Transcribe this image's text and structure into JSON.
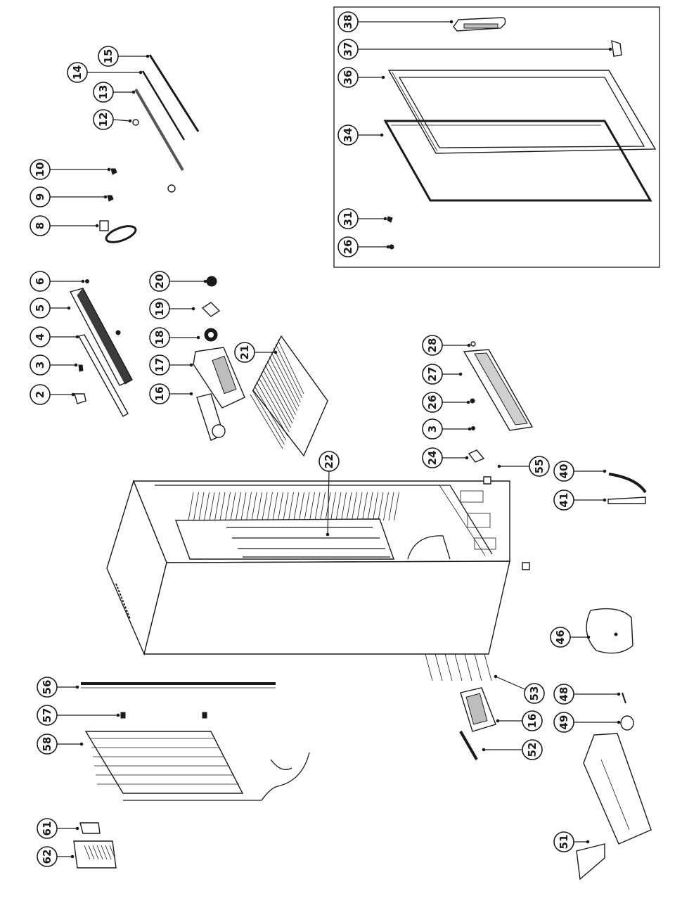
{
  "diagram": {
    "title": "Refrigerator exploded parts diagram",
    "orientation": "rotated 90 degrees clockwise",
    "door_inset_box": {
      "label": "door assembly",
      "callouts": [
        "38",
        "37",
        "36",
        "34",
        "31",
        "26"
      ]
    },
    "callouts": [
      {
        "id": "c15",
        "number": "15",
        "part": "long rail / trim strip"
      },
      {
        "id": "c14",
        "number": "14",
        "part": "thin rod"
      },
      {
        "id": "c13",
        "number": "13",
        "part": "channel strip"
      },
      {
        "id": "c12",
        "number": "12",
        "part": "small cap"
      },
      {
        "id": "c10",
        "number": "10",
        "part": "clip"
      },
      {
        "id": "c9",
        "number": "9",
        "part": "clip"
      },
      {
        "id": "c8",
        "number": "8",
        "part": "power cord"
      },
      {
        "id": "c6",
        "number": "6",
        "part": "screw"
      },
      {
        "id": "c5",
        "number": "5",
        "part": "top control housing"
      },
      {
        "id": "c4",
        "number": "4",
        "part": "bracket rail"
      },
      {
        "id": "c3a",
        "number": "3",
        "part": "screw"
      },
      {
        "id": "c2",
        "number": "2",
        "part": "hinge bracket"
      },
      {
        "id": "c20",
        "number": "20",
        "part": "knob"
      },
      {
        "id": "c19",
        "number": "19",
        "part": "gasket plate"
      },
      {
        "id": "c18",
        "number": "18",
        "part": "fan blade"
      },
      {
        "id": "c17",
        "number": "17",
        "part": "fan housing"
      },
      {
        "id": "c16a",
        "number": "16",
        "part": "fan motor"
      },
      {
        "id": "c21",
        "number": "21",
        "part": "wire shelf"
      },
      {
        "id": "c22",
        "number": "22",
        "part": "evaporator"
      },
      {
        "id": "c38",
        "number": "38",
        "part": "door handle"
      },
      {
        "id": "c37",
        "number": "37",
        "part": "door hinge pin"
      },
      {
        "id": "c36",
        "number": "36",
        "part": "door frame"
      },
      {
        "id": "c34",
        "number": "34",
        "part": "door gasket"
      },
      {
        "id": "c31",
        "number": "31",
        "part": "screw"
      },
      {
        "id": "c26a",
        "number": "26",
        "part": "plug"
      },
      {
        "id": "c28",
        "number": "28",
        "part": "screw"
      },
      {
        "id": "c27",
        "number": "27",
        "part": "front grille"
      },
      {
        "id": "c26b",
        "number": "26",
        "part": "plug"
      },
      {
        "id": "c3b",
        "number": "3",
        "part": "screw"
      },
      {
        "id": "c24",
        "number": "24",
        "part": "lower hinge"
      },
      {
        "id": "c55",
        "number": "55",
        "part": "leveling foot"
      },
      {
        "id": "c40",
        "number": "40",
        "part": "tube"
      },
      {
        "id": "c41",
        "number": "41",
        "part": "drier filter"
      },
      {
        "id": "c46",
        "number": "46",
        "part": "compressor"
      },
      {
        "id": "c53",
        "number": "53",
        "part": "condenser grid"
      },
      {
        "id": "c16b",
        "number": "16",
        "part": "condenser fan motor"
      },
      {
        "id": "c52",
        "number": "52",
        "part": "fan bracket"
      },
      {
        "id": "c48",
        "number": "48",
        "part": "pin"
      },
      {
        "id": "c49",
        "number": "49",
        "part": "grommet"
      },
      {
        "id": "c51",
        "number": "51",
        "part": "base cover"
      },
      {
        "id": "c56",
        "number": "56",
        "part": "long strip"
      },
      {
        "id": "c57",
        "number": "57",
        "part": "clip"
      },
      {
        "id": "c58",
        "number": "58",
        "part": "condenser coil"
      },
      {
        "id": "c61",
        "number": "61",
        "part": "drain cap"
      },
      {
        "id": "c62",
        "number": "62",
        "part": "drip tray"
      }
    ]
  }
}
